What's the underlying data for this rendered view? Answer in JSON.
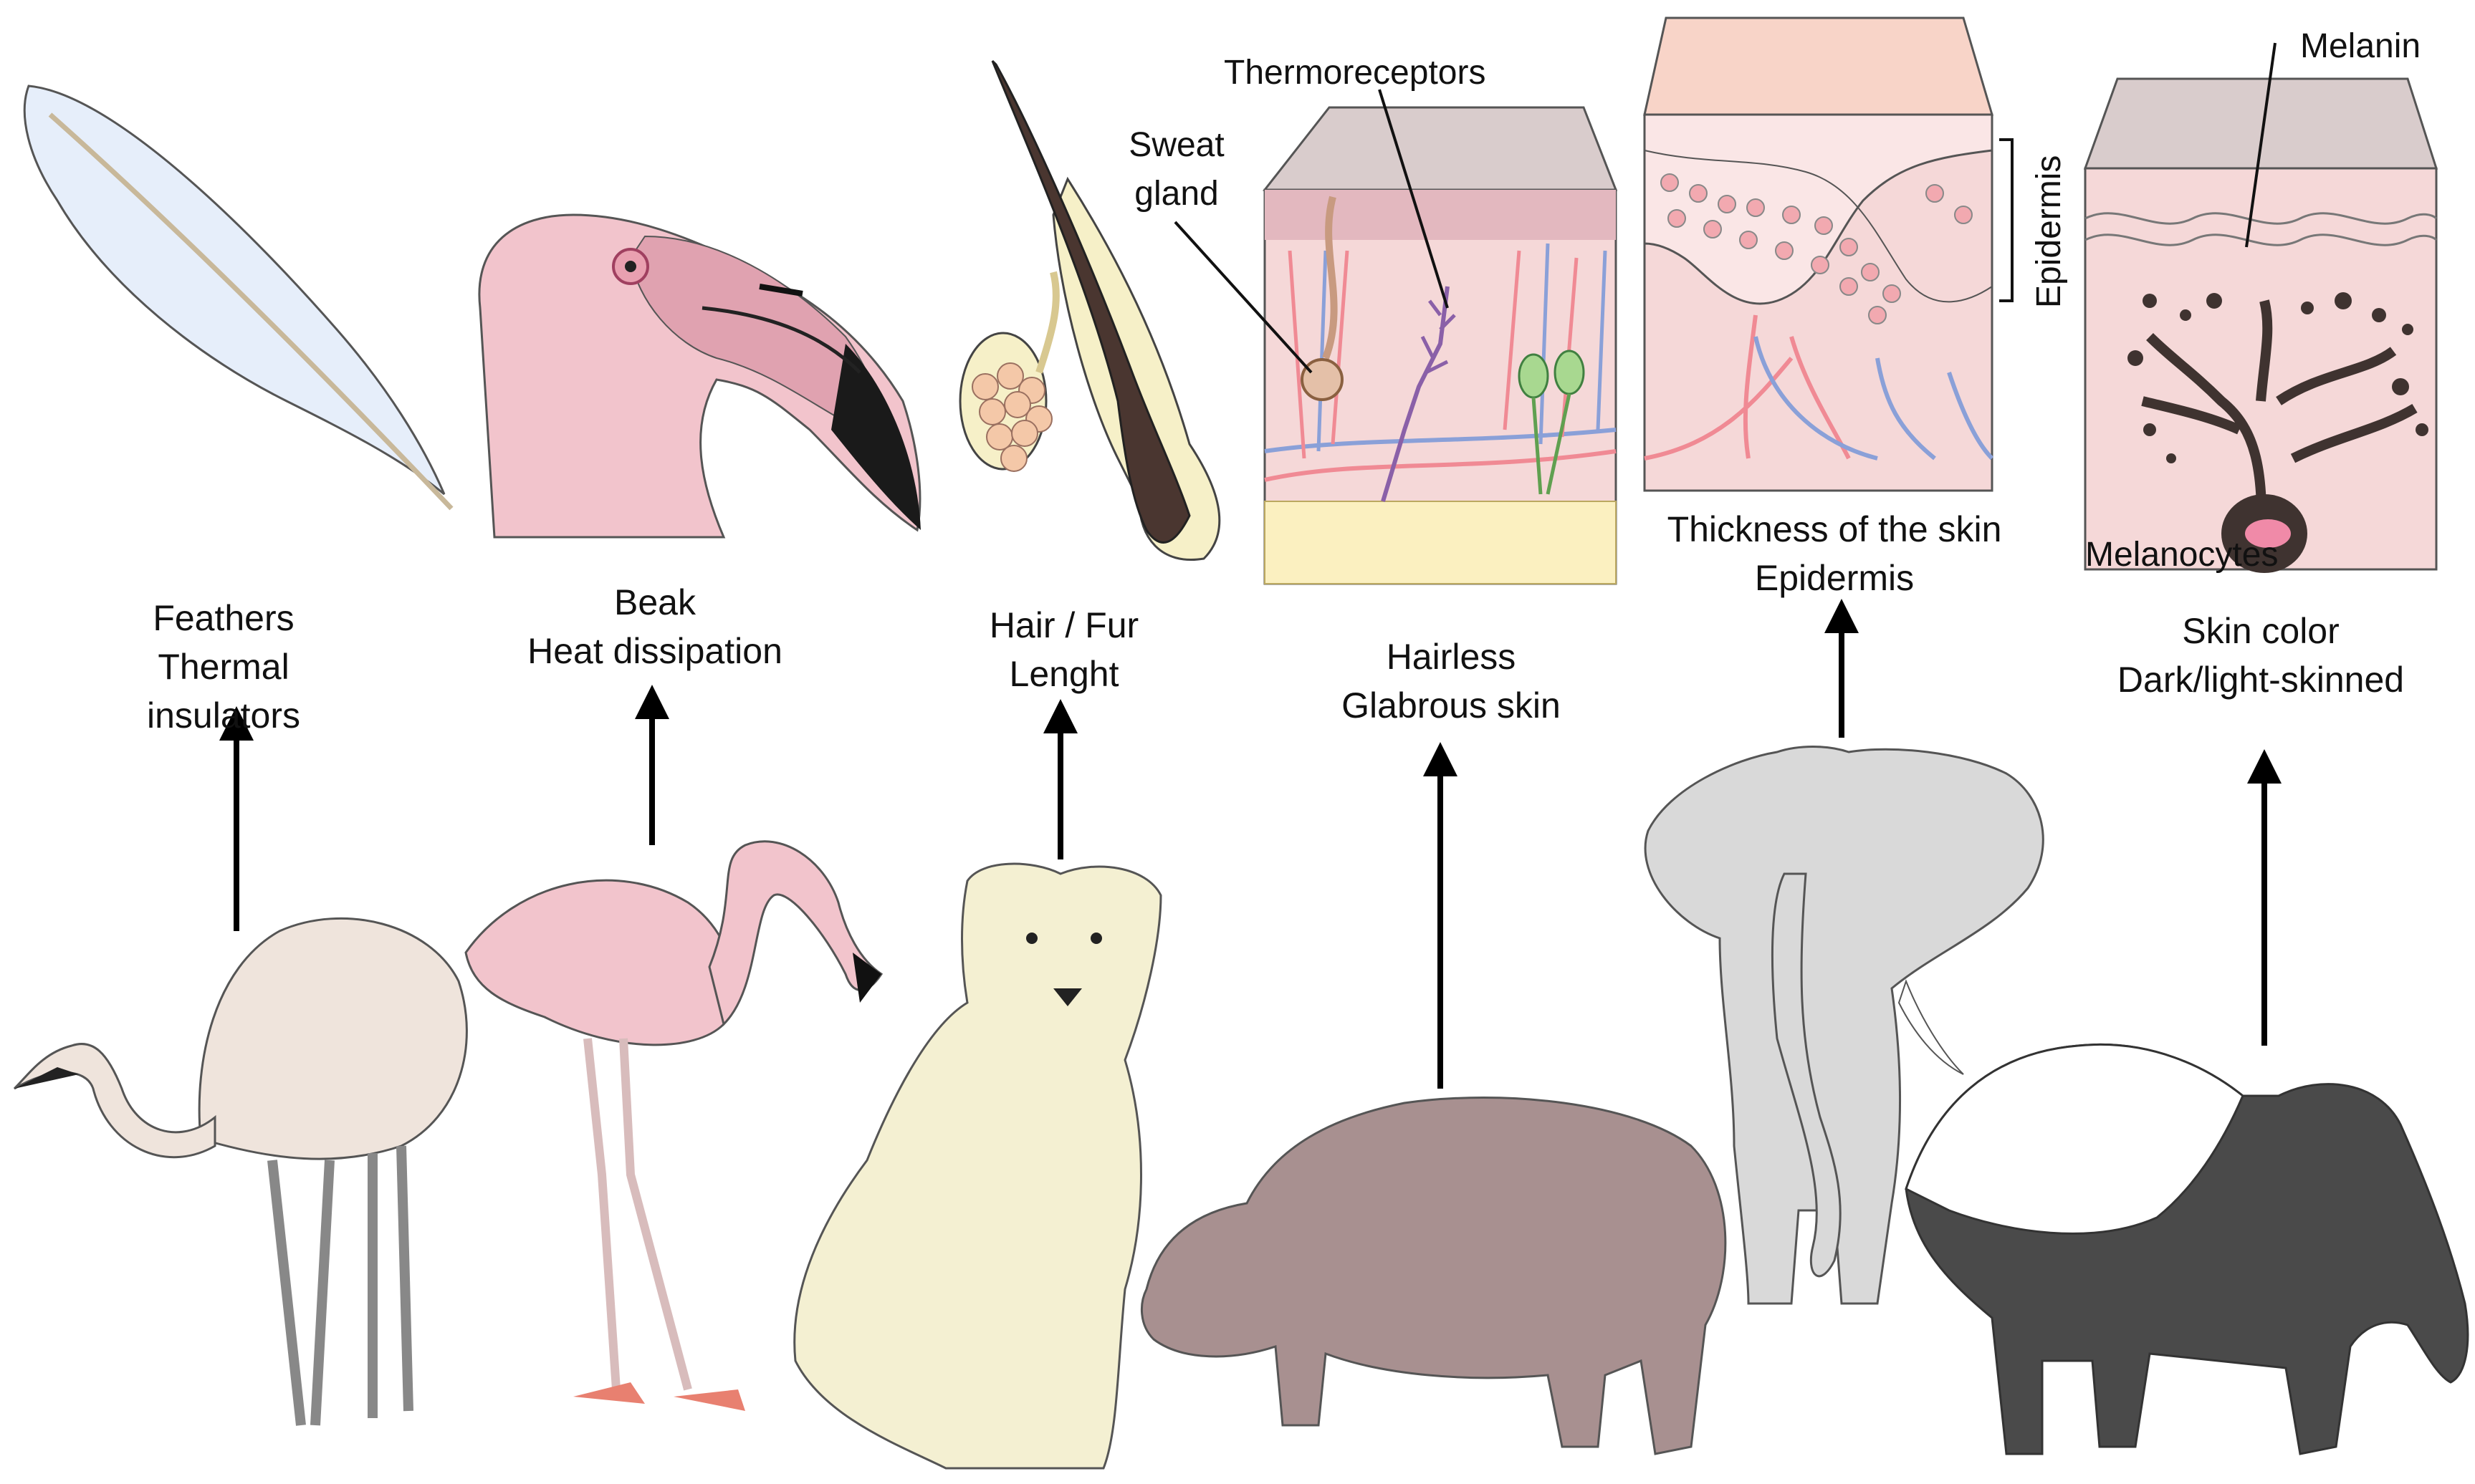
{
  "labels": {
    "feathers": [
      "Feathers",
      "Thermal",
      "insulators"
    ],
    "beak": [
      "Beak",
      "Heat dissipation"
    ],
    "hair": [
      "Hair / Fur",
      "Lenght"
    ],
    "hairless": [
      "Hairless",
      "Glabrous skin"
    ],
    "thickness": [
      "Thickness of the skin",
      "Epidermis"
    ],
    "skin_color": [
      "Skin color",
      "Dark/light-skinned"
    ]
  },
  "annotations": {
    "thermoreceptors": "Thermoreceptors",
    "sweat_gland": [
      "Sweat",
      "gland"
    ],
    "epidermis": "Epidermis",
    "melanin": "Melanin",
    "melanocytes": "Melanocytes"
  },
  "colors": {
    "flamingo": "#f2c4cc",
    "flamingo_dark": "#e0a2b0",
    "rhea": "#efe4dc",
    "lion": "#f4f0d2",
    "hippo": "#a89090",
    "elephant": "#d9d9d9",
    "tapir_dark": "#4a4a4a",
    "skin_top": "#d9cccc",
    "skin_pink": "#f5d8d8",
    "vessel_red": "#f08a94",
    "vessel_blue": "#8aa0d8",
    "fat": "#fbf0c0"
  }
}
